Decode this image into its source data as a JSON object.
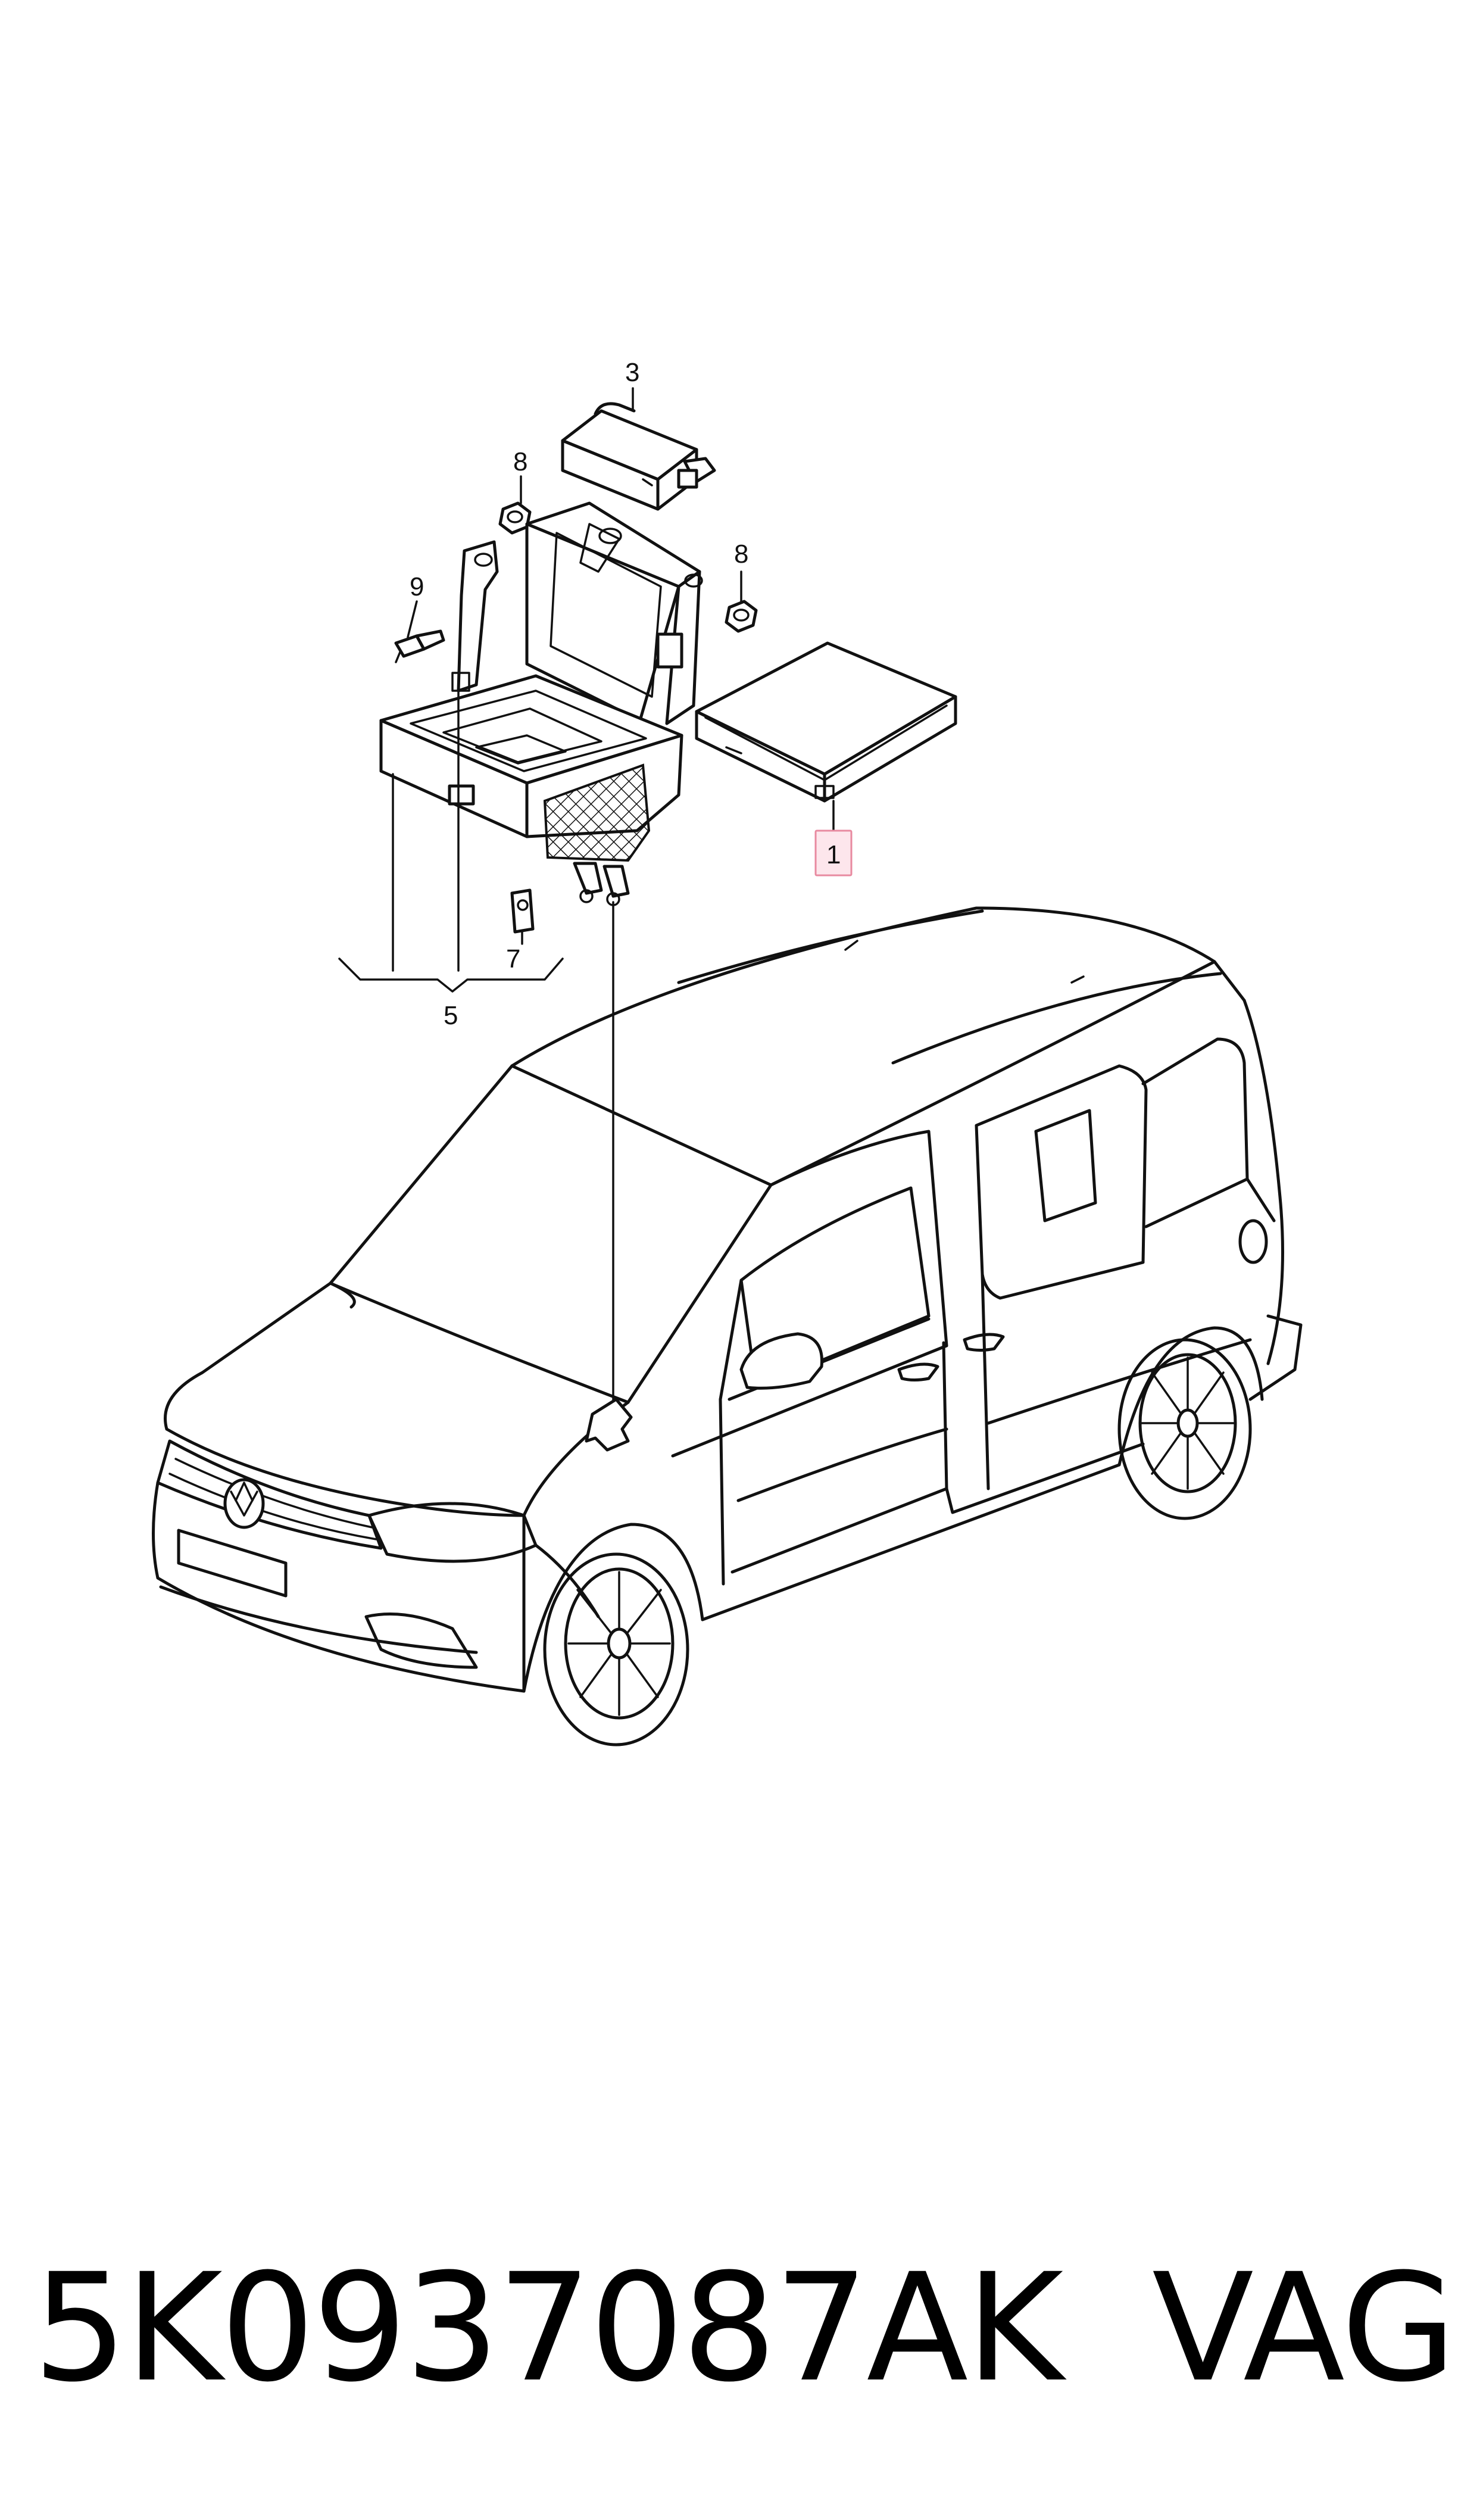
{
  "callouts": {
    "c1": "1",
    "c3": "3",
    "c5": "5",
    "c7": "7",
    "c8a": "8",
    "c8b": "8",
    "c9": "9"
  },
  "caption": {
    "part_number": "5K0937087AK",
    "brand": "VAG"
  },
  "colors": {
    "line": "#111111",
    "background": "#ffffff",
    "highlight_border": "#e88aa0",
    "highlight_fill": "#fde6ec"
  },
  "highlighted_callout": "1"
}
